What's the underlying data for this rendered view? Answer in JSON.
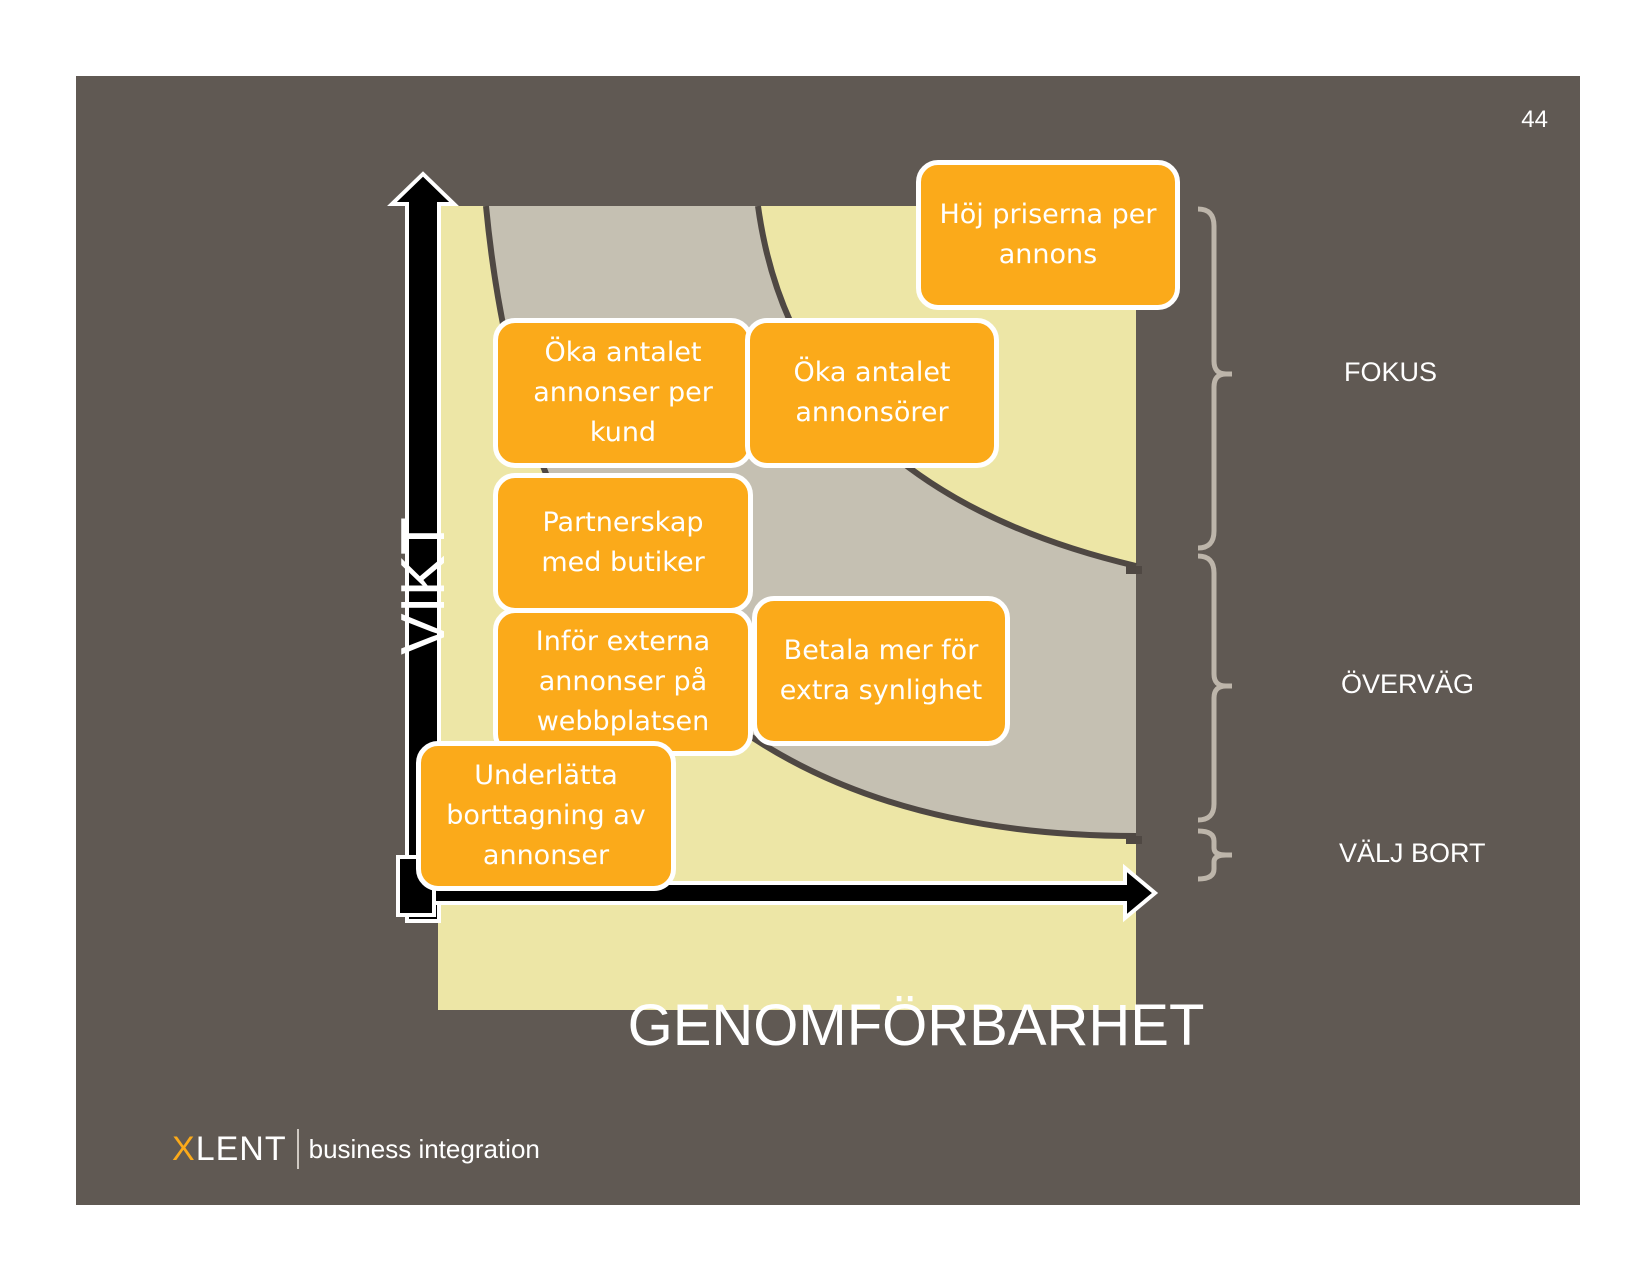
{
  "page_number": "44",
  "axes": {
    "y_label": "VIKT",
    "x_label": "GENOMFÖRBARHET"
  },
  "zones": [
    {
      "id": "fokus",
      "label": "FOKUS"
    },
    {
      "id": "overvag",
      "label": "ÖVERVÄG"
    },
    {
      "id": "valj-bort",
      "label": "VÄLJ BORT"
    }
  ],
  "items": [
    {
      "id": "hoj-priserna",
      "lines": [
        "Höj priserna per",
        "annons"
      ]
    },
    {
      "id": "oka-annonser-per-kund",
      "lines": [
        "Öka antalet",
        "annonser per",
        "kund"
      ]
    },
    {
      "id": "oka-annonsorer",
      "lines": [
        "Öka antalet",
        "annonsörer"
      ]
    },
    {
      "id": "partnerskap",
      "lines": [
        "Partnerskap",
        "med butiker"
      ]
    },
    {
      "id": "infor-externa",
      "lines": [
        "Inför externa",
        "annonser på",
        "webbplatsen"
      ]
    },
    {
      "id": "betala-mer",
      "lines": [
        "Betala mer för",
        "extra synlighet"
      ]
    },
    {
      "id": "underlatta",
      "lines": [
        "Underlätta",
        "borttagning av",
        "annonser"
      ]
    }
  ],
  "logo": {
    "brand_x": "X",
    "brand_rest": "LENT",
    "tagline": "business integration"
  },
  "colors": {
    "background": "#605953",
    "box": "#fbaa1a",
    "light_band": "#ede6a6",
    "grey_band": "#c5c0b2",
    "bracket": "#bdb5aa"
  }
}
